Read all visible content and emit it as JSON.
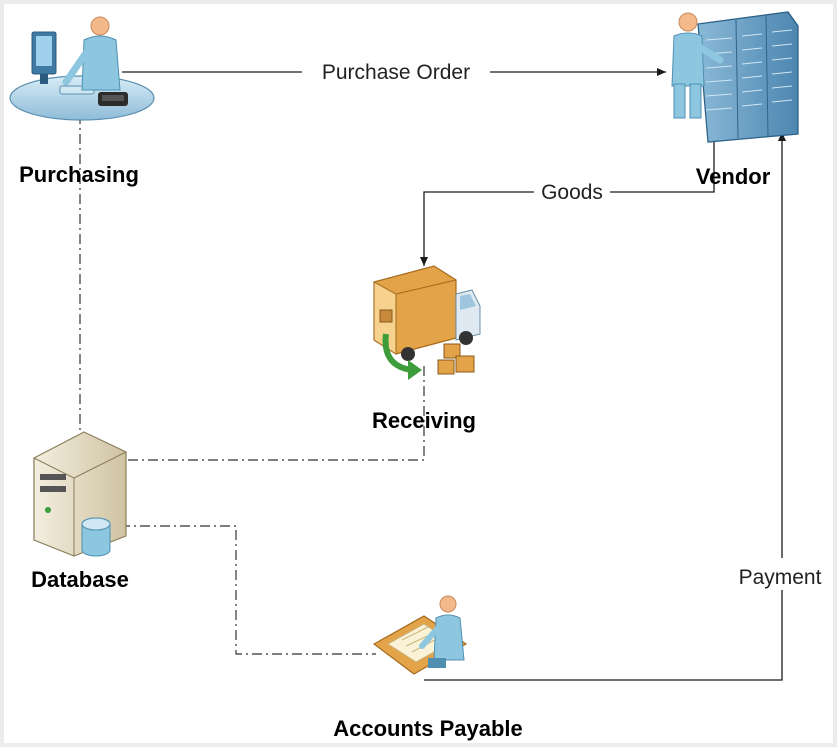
{
  "nodes": {
    "purchasing": {
      "label": "Purchasing",
      "icon": "person-at-desk-icon"
    },
    "vendor": {
      "label": "Vendor",
      "icon": "person-at-server-rack-icon"
    },
    "receiving": {
      "label": "Receiving",
      "icon": "delivery-truck-icon"
    },
    "database": {
      "label": "Database",
      "icon": "database-server-icon"
    },
    "accounts_payable": {
      "label": "Accounts Payable",
      "icon": "person-at-paper-desk-icon"
    }
  },
  "edges": {
    "purchase_order": {
      "label": "Purchase Order",
      "from": "Purchasing",
      "to": "Vendor",
      "style": "solid"
    },
    "goods": {
      "label": "Goods",
      "from": "Vendor",
      "to": "Receiving",
      "style": "solid"
    },
    "payment": {
      "label": "Payment",
      "from": "Accounts Payable",
      "to": "Vendor",
      "style": "solid"
    },
    "db_purchasing": {
      "from": "Database",
      "to": "Purchasing",
      "style": "dash-dot"
    },
    "db_receiving": {
      "from": "Database",
      "to": "Receiving",
      "style": "dash-dot"
    },
    "db_accounts_payable": {
      "from": "Database",
      "to": "Accounts Payable",
      "style": "dash-dot"
    }
  },
  "colors": {
    "background": "#ffffff",
    "frame": "#ececec",
    "person_skin": "#f3b98a",
    "person_body": "#8cc7df",
    "server_blue": "#6fa6c8",
    "truck_orange": "#e3a348",
    "arrow_green": "#3c9d3a",
    "database_beige": "#e6dcc1"
  }
}
